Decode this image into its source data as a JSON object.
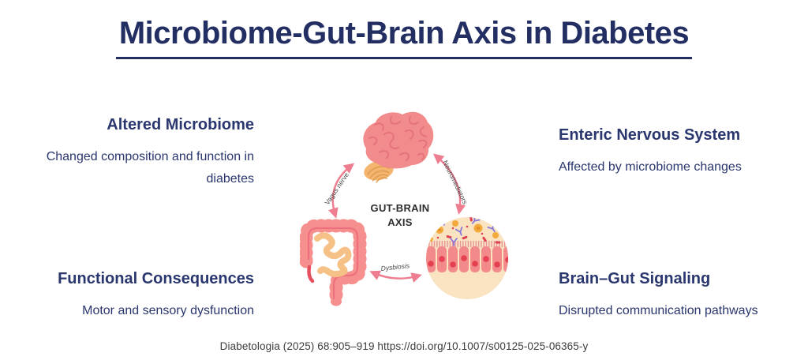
{
  "title": "Microbiome-Gut-Brain Axis in Diabetes",
  "sections": {
    "top_left": {
      "heading": "Altered Microbiome",
      "description": "Changed composition and function in diabetes"
    },
    "top_right": {
      "heading": "Enteric Nervous System",
      "description": "Affected by microbiome changes"
    },
    "bottom_left": {
      "heading": "Functional Consequences",
      "description": "Motor and sensory dysfunction"
    },
    "bottom_right": {
      "heading": "Brain–Gut Signaling",
      "description": "Disrupted communication pathways"
    }
  },
  "diagram": {
    "center_label_line1": "GUT-BRAIN",
    "center_label_line2": "AXIS",
    "arrows": {
      "left_label": "Vagus nerve",
      "right_label": "Neuromediators",
      "bottom_label": "Dysbiosis"
    },
    "icons": [
      "brain-icon",
      "intestine-icon",
      "gut-epithelium-microbiome-icon"
    ]
  },
  "citation": "Diabetologia (2025) 68:905–919 https://doi.org/10.1007/s00125-025-06365-y",
  "colors": {
    "navy_text": "#2A366E",
    "title_navy": "#232F63",
    "brain_pink": "#F28B8B",
    "gyri_pink": "#E4737B",
    "cerebellum_orange": "#F3B56F",
    "intestine_salmon": "#F6908E",
    "intestine_inner_line": "#EE6F7D",
    "small_intestine_orange": "#F6C187",
    "appendix_red": "#E4505E",
    "circle_cream": "#FAE3C1",
    "cell_pink": "#F2898B",
    "nucleus_red": "#E4404F",
    "microbe_orange": "#F4A93C",
    "microbe_red": "#DD4355",
    "microbe_purple": "#8678DC",
    "arrow_pink": "#EE7D90",
    "citation_gray": "#3C3C3C"
  }
}
